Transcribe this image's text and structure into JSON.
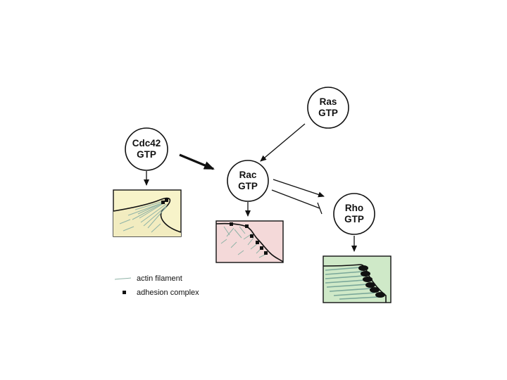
{
  "nodes": {
    "cdc42": {
      "line1": "Cdc42",
      "line2": "GTP"
    },
    "ras": {
      "line1": "Ras",
      "line2": "GTP"
    },
    "rac": {
      "line1": "Rac",
      "line2": "GTP"
    },
    "rho": {
      "line1": "Rho",
      "line2": "GTP"
    }
  },
  "legend": {
    "actin_label": "actin filament",
    "adhesion_label": "adhesion complex"
  },
  "colors": {
    "filopodia_panel": "#f7f3c9",
    "lamellipodia_panel": "#f4d9d9",
    "stress_fiber_panel": "#cfe9c8",
    "actin": "#8fb3a7",
    "ink": "#111111"
  }
}
